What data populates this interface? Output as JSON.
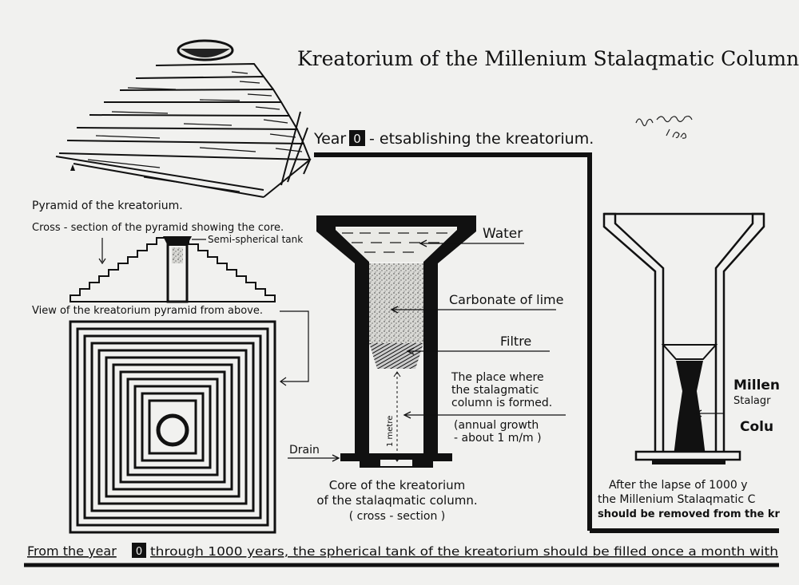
{
  "title": "Kreatorium of the Millenium Stalaqmatic Columns.",
  "signature": "Jerzy Rosołowicz 1970",
  "year_label": {
    "prefix": "Year",
    "mark": "0",
    "suffix": "- etsablishing the kreatorium."
  },
  "left_panel": {
    "pyramid_caption": "Pyramid of the kreatorium.",
    "cross_section_caption": "Cross - section of the pyramid showing the core.",
    "tank_label": "Semi-spherical tank",
    "top_view_caption": "View of the kreatorium pyramid from above."
  },
  "center_panel": {
    "water": "Water",
    "carbonate": "Carbonate of lime",
    "filtre": "Filtre",
    "place_line1": "The place where",
    "place_line2": "the stalagmatic",
    "place_line3": "column is formed.",
    "growth_line1": "(annual growth",
    "growth_line2": "- about 1 m/m )",
    "metre": "1 metre",
    "drain": "Drain",
    "caption_line1": "Core of the kreatorium",
    "caption_line2": "of the stalaqmatic column.",
    "caption_line3": "( cross - section )"
  },
  "right_panel": {
    "millenium_partial": "Millen",
    "stalag_partial": "Stalagr",
    "column_partial": "Colu",
    "caption_line1": "After the lapse of 1000 y",
    "caption_line2": "the Millenium Stalaqmatic C",
    "caption_line3": "should be removed from the kr"
  },
  "footer": {
    "before": "From the year",
    "mark": "0",
    "after": "through 1000 years, the spherical tank of the kreatorium should be filled once a month with"
  }
}
